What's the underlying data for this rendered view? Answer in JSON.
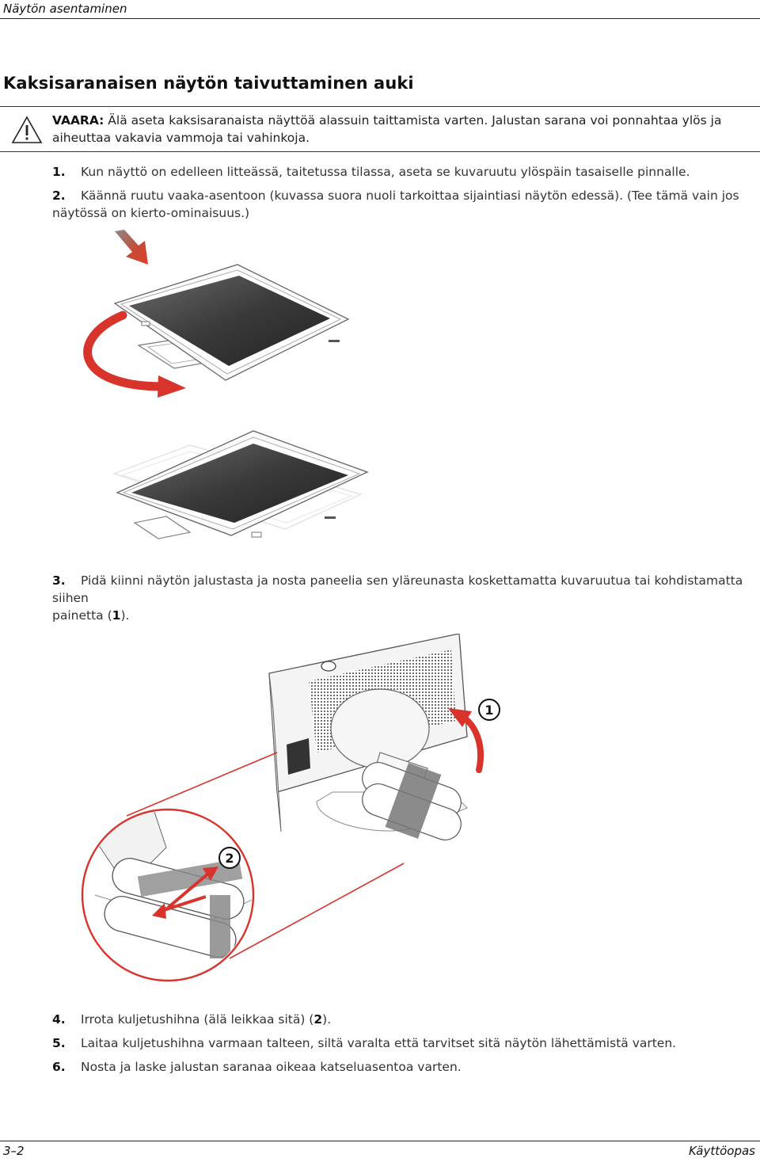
{
  "header": {
    "running_title": "Näytön asentaminen"
  },
  "section": {
    "title": "Kaksisaranaisen näytön taivuttaminen auki"
  },
  "warning": {
    "label": "VAARA:",
    "text": " Älä aseta kaksisaranaista näyttöä alassuin taittamista varten. Jalustan sarana voi ponnahtaa ylös ja aiheuttaa vakavia vammoja tai vahinkoja."
  },
  "steps": [
    {
      "num": "1.",
      "text": "Kun näyttö on edelleen litteässä, taitetussa tilassa, aseta se kuvaruutu ylöspäin tasaiselle pinnalle."
    },
    {
      "num": "2.",
      "text_line1": "Käännä ruutu vaaka-asentoon (kuvassa suora nuoli tarkoittaa sijaintiasi näytön edessä). (Tee tämä vain jos",
      "text_line2": "näytössä on kierto-ominaisuus.)"
    },
    {
      "num": "3.",
      "text_line1": "Pidä kiinni näytön jalustasta ja nosta paneelia sen yläreunasta koskettamatta kuvaruutua tai kohdistamatta siihen",
      "text_line2_pre": "painetta (",
      "ref": "1",
      "text_line2_post": ")."
    },
    {
      "num": "4.",
      "text_pre": "Irrota kuljetushihna (älä leikkaa sitä) (",
      "ref": "2",
      "text_post": ")."
    },
    {
      "num": "5.",
      "text": "Laitaa kuljetushihna varmaan talteen, siltä varalta että tarvitset sitä näytön lähettämistä varten."
    },
    {
      "num": "6.",
      "text": "Nosta ja laske jalustan saranaa oikeaa katseluasentoa varten."
    }
  ],
  "callouts": {
    "one": "1",
    "two": "2"
  },
  "footer": {
    "page_number": "3–2",
    "doc_title": "Käyttöopas"
  },
  "colors": {
    "accent_red": "#d9342b",
    "text": "#333333",
    "rule": "#222222"
  }
}
